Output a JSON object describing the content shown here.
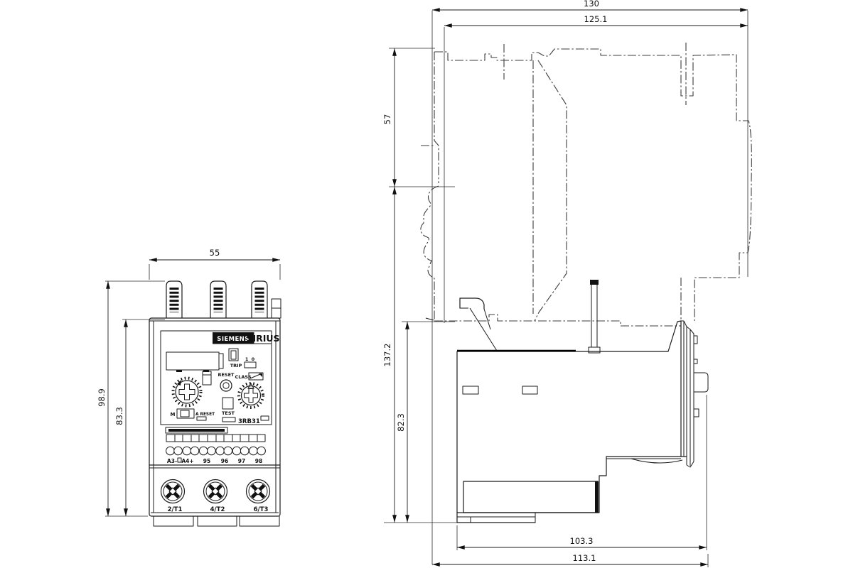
{
  "front_view": {
    "brand": "SIEMENS",
    "series": "SIRIUS",
    "trip_label": "TRIP",
    "trip_states": "1 0",
    "reset_label": "RESET",
    "class_label": "CLASS",
    "manual_label": "M",
    "auto_reset_label": "A RESET",
    "test_label": "TEST",
    "model": "3RB31",
    "aux_terminals": [
      "A3-",
      "A4+",
      "95",
      "96",
      "97",
      "98"
    ],
    "main_terminals": [
      "2/T1",
      "4/T2",
      "6/T3"
    ]
  },
  "dimensions_mm": {
    "front_width": "55",
    "front_total_height": "98.9",
    "front_body_height": "83.3",
    "side_total_width": "130",
    "side_inner_width": "125.1",
    "side_upper_height": "57",
    "side_total_height": "137.2",
    "side_relay_height": "82.3",
    "side_relay_depth": "103.3",
    "side_total_depth": "113.1"
  }
}
